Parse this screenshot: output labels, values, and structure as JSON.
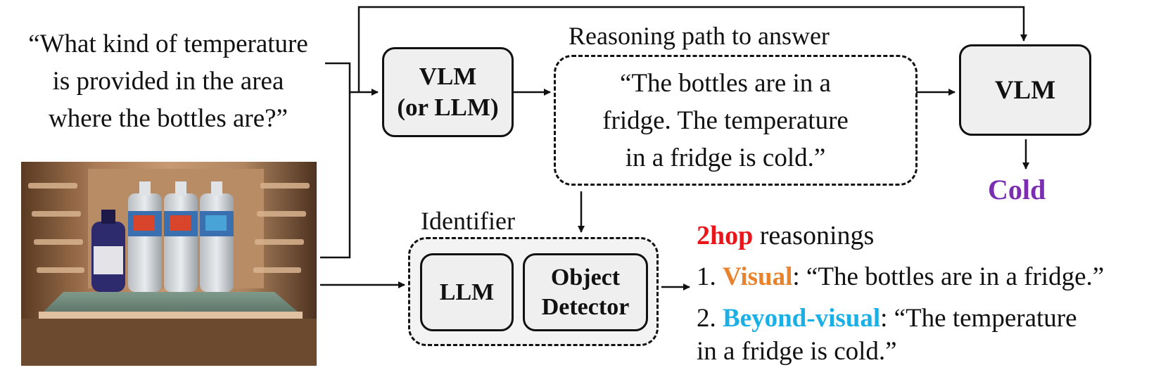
{
  "question": {
    "lines": [
      "“What kind of temperature",
      "is provided in the area",
      "where the bottles are?”"
    ]
  },
  "vlm_llm_box": {
    "line1": "VLM",
    "line2": "(or LLM)"
  },
  "reasoning_path": {
    "title": "Reasoning path to answer",
    "lines": [
      "“The bottles are in a",
      "fridge. The temperature",
      "in a fridge is cold.”"
    ]
  },
  "vlm_box": {
    "label": "VLM"
  },
  "answer": {
    "label": "Cold",
    "color": "#7b2fb0"
  },
  "identifier": {
    "title": "Identifier",
    "llm_label": "LLM",
    "detector_line1": "Object",
    "detector_line2": "Detector"
  },
  "hop_reasonings": {
    "prefix": "2hop",
    "suffix": " reasonings",
    "item1_number": "1. ",
    "item1_label": "Visual",
    "item1_text": ": “The bottles are in a fridge.”",
    "item2_number": "2. ",
    "item2_label": "Beyond-visual",
    "item2_text_line1": ": “The temperature",
    "item2_text_line2": "in a fridge is cold.”",
    "colors": {
      "hop": "#e8161b",
      "visual": "#e8822d",
      "beyond_visual": "#1ab0e6"
    }
  },
  "image": {
    "description_icon": "fridge-bottles-photo"
  }
}
